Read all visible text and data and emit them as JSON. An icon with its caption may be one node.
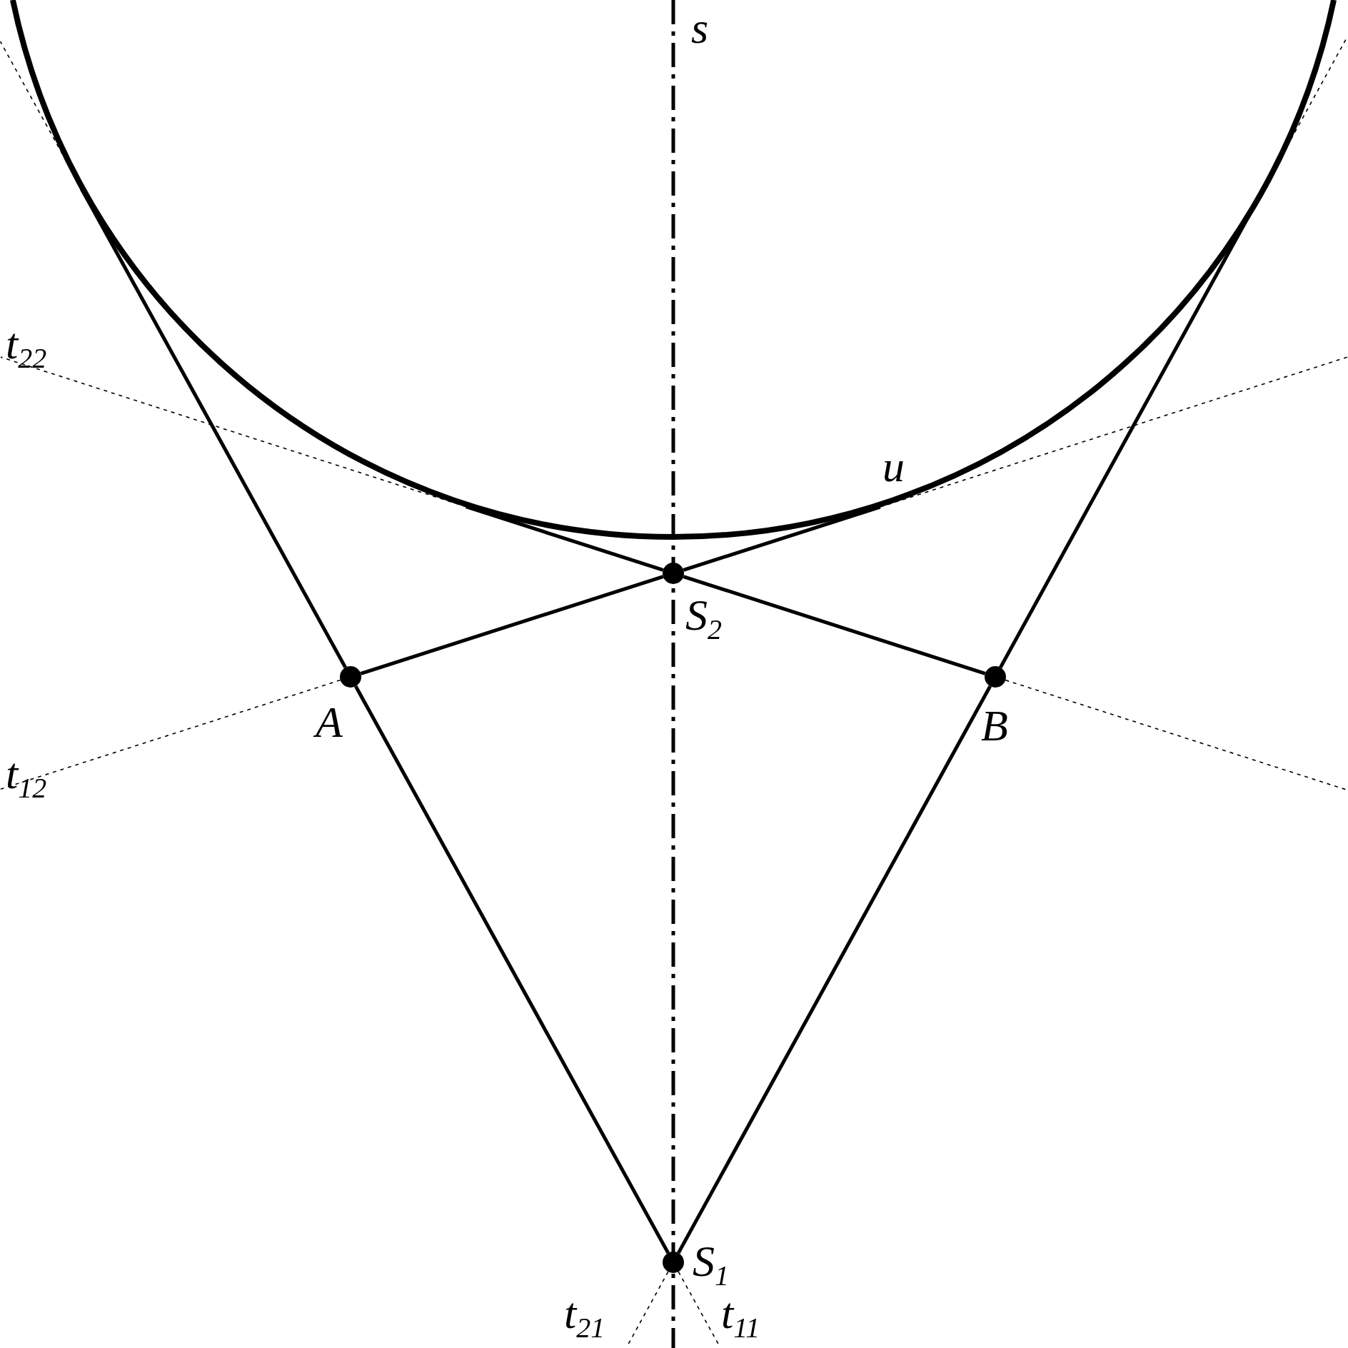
{
  "diagram": {
    "nodes": [
      {
        "text": [],
        "shape": "circle",
        "beside": [
          "S$_{2}$"
        ]
      },
      {
        "text": [],
        "shape": "circle",
        "beside": [
          "A"
        ]
      },
      {
        "text": [],
        "shape": "circle",
        "beside": [
          "B"
        ]
      },
      {
        "text": [],
        "shape": "circle",
        "beside": [
          "S$_{1}$"
        ]
      }
    ],
    "edges": [
      {
        "from": 1,
        "to": 0,
        "arrow": "none"
      },
      {
        "from": 2,
        "to": 0,
        "arrow": "none"
      },
      {
        "from": 1,
        "to": 3,
        "arrow": "none"
      },
      {
        "from": 2,
        "to": 3,
        "arrow": "none"
      }
    ],
    "labels": [
      "s",
      "t$_{22}$",
      "u",
      "t$_{12}$",
      "t$_{21}$",
      "t$_{11}$"
    ]
  }
}
